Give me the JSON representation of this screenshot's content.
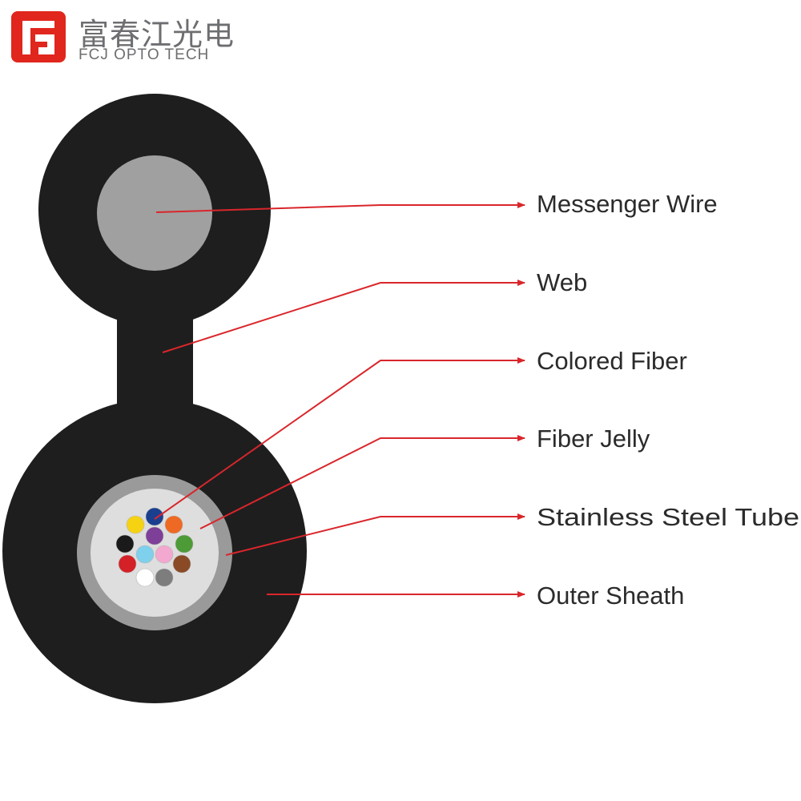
{
  "brand": {
    "name_cn": "富春江光电",
    "name_en": "FCJ OPTO TECH",
    "logo_letter": "F",
    "color": "#e0261d"
  },
  "diagram": {
    "colors": {
      "sheath": "#1e1e1e",
      "messenger": "#a0a0a0",
      "steel_tube": "#9a9a9a",
      "jelly": "#dedede",
      "leader": "#d9262b"
    },
    "fibers": [
      {
        "color": "#1b3f8f"
      },
      {
        "color": "#f5d312"
      },
      {
        "color": "#7e3f98"
      },
      {
        "color": "#ee6a24"
      },
      {
        "color": "#1a1a1a"
      },
      {
        "color": "#4d9b37"
      },
      {
        "color": "#7fd0ec"
      },
      {
        "color": "#f2a8cf"
      },
      {
        "color": "#d42027"
      },
      {
        "color": "#8a4a26"
      },
      {
        "color": "#ffffff"
      },
      {
        "color": "#7d7d7d"
      }
    ],
    "labels": [
      {
        "id": "messenger-wire",
        "text": "Messenger Wire"
      },
      {
        "id": "web",
        "text": "Web"
      },
      {
        "id": "colored-fiber",
        "text": "Colored Fiber"
      },
      {
        "id": "fiber-jelly",
        "text": "Fiber Jelly"
      },
      {
        "id": "stainless-steel-tube",
        "text": "Stainless Steel Tube"
      },
      {
        "id": "outer-sheath",
        "text": "Outer Sheath"
      }
    ]
  }
}
